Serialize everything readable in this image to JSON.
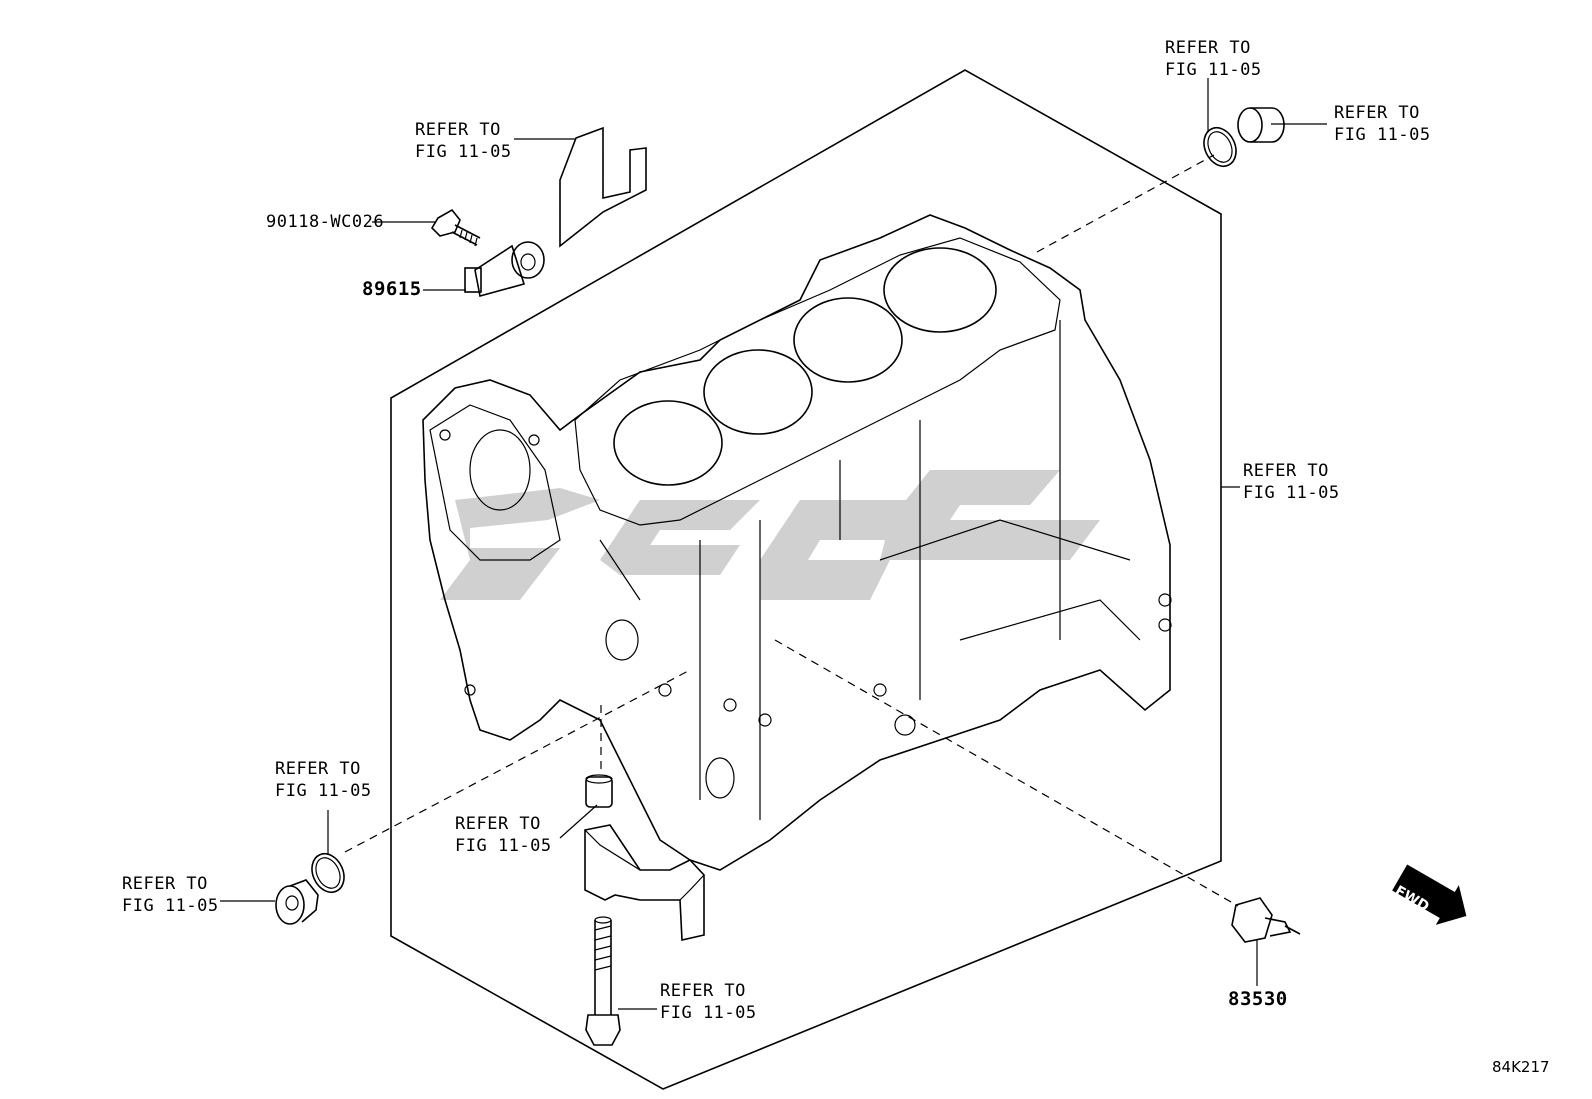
{
  "labels": {
    "ref_upper_left": [
      "REFER TO",
      "FIG 11-05"
    ],
    "ref_top_right_upper": [
      "REFER TO",
      "FIG 11-05"
    ],
    "ref_top_right_plug": [
      "REFER TO",
      "FIG 11-05"
    ],
    "ref_right_side": [
      "REFER TO",
      "FIG 11-05"
    ],
    "ref_left_gasket": [
      "REFER TO",
      "FIG 11-05"
    ],
    "ref_left_plug": [
      "REFER TO",
      "FIG 11-05"
    ],
    "ref_pin": [
      "REFER TO",
      "FIG 11-05"
    ],
    "ref_bolt": [
      "REFER TO",
      "FIG 11-05"
    ]
  },
  "part_numbers": {
    "bolt": "90118-WC026",
    "knock_sensor": "89615",
    "oil_pressure_switch": "83530"
  },
  "direction_badge": "FWD",
  "figure_code": "84K217",
  "colors": {
    "line": "#000000",
    "watermark": "#c8c8c8",
    "background": "#ffffff"
  }
}
